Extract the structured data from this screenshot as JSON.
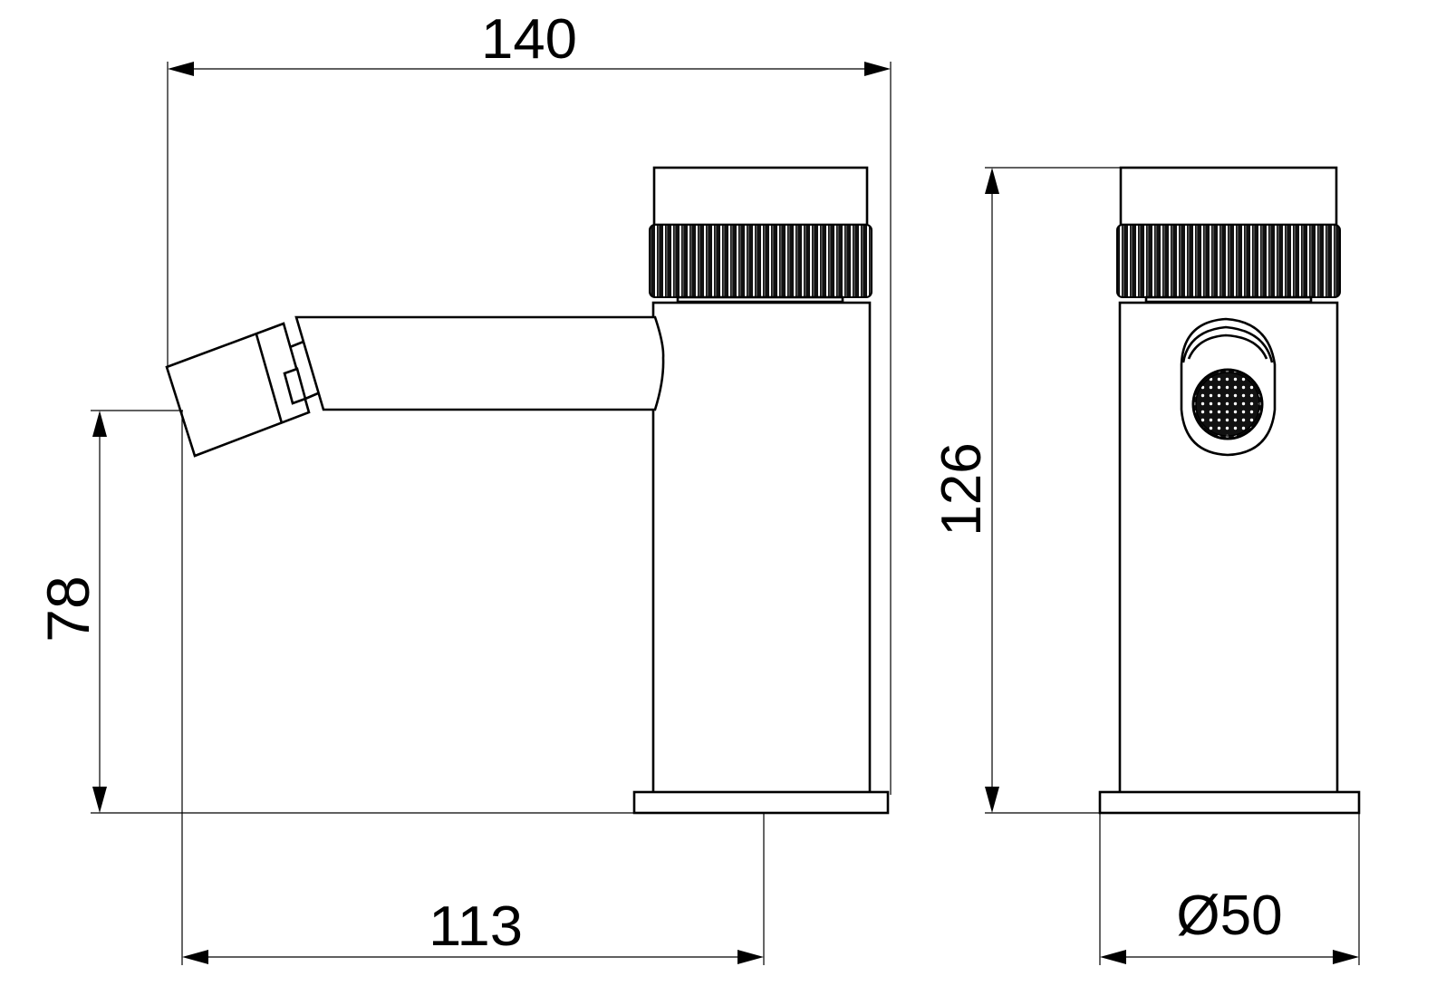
{
  "drawing": {
    "subject": "Bidet mixer faucet technical dimension drawing",
    "views": [
      {
        "name": "side-view",
        "label": ""
      },
      {
        "name": "front-view",
        "label": ""
      }
    ],
    "dimensions": {
      "overall_length": {
        "value": "140",
        "unit": "mm"
      },
      "spout_height": {
        "value": "78",
        "unit": "mm"
      },
      "spout_reach": {
        "value": "113",
        "unit": "mm"
      },
      "overall_height": {
        "value": "126",
        "unit": "mm"
      },
      "base_diameter": {
        "value": "Ø50",
        "symbol": "Ø",
        "number": "50",
        "unit": "mm"
      }
    },
    "colors": {
      "line": "#000000",
      "background": "#ffffff",
      "knurl_fill": "#1a1a1a"
    }
  }
}
